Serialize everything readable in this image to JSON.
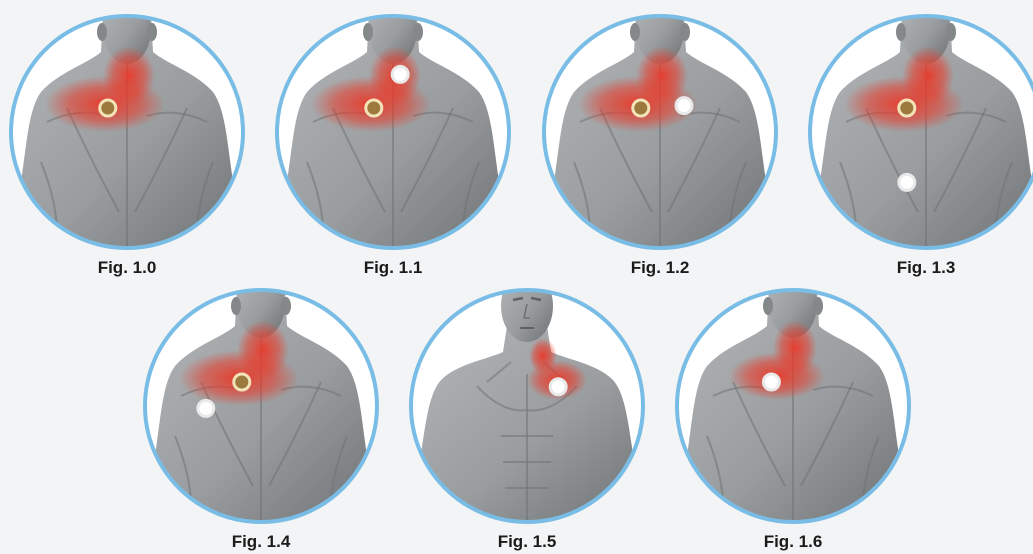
{
  "colors": {
    "ring": "#79bde6",
    "skin": "#9a9d9f",
    "glow": "#e83a2a",
    "trigger_point": "#9c7a3e",
    "referral_point": "#ffffff"
  },
  "figures": [
    {
      "caption": "Fig. 1.0",
      "view": "back",
      "glow": "upper-back",
      "points": [
        {
          "kind": "trigger",
          "x": 0.42,
          "y": 0.4
        }
      ]
    },
    {
      "caption": "Fig. 1.1",
      "view": "back",
      "glow": "upper-back",
      "points": [
        {
          "kind": "trigger",
          "x": 0.42,
          "y": 0.4
        },
        {
          "kind": "referral",
          "x": 0.53,
          "y": 0.26
        }
      ]
    },
    {
      "caption": "Fig. 1.2",
      "view": "back",
      "glow": "upper-back",
      "points": [
        {
          "kind": "trigger",
          "x": 0.42,
          "y": 0.4
        },
        {
          "kind": "referral",
          "x": 0.6,
          "y": 0.39
        }
      ]
    },
    {
      "caption": "Fig. 1.3",
      "view": "back",
      "glow": "upper-back",
      "points": [
        {
          "kind": "trigger",
          "x": 0.42,
          "y": 0.4
        },
        {
          "kind": "referral",
          "x": 0.42,
          "y": 0.71
        }
      ]
    },
    {
      "caption": "Fig. 1.4",
      "view": "back",
      "glow": "upper-back",
      "points": [
        {
          "kind": "trigger",
          "x": 0.42,
          "y": 0.4
        },
        {
          "kind": "referral",
          "x": 0.27,
          "y": 0.51
        }
      ]
    },
    {
      "caption": "Fig. 1.5",
      "view": "front",
      "glow": "front-shoulder",
      "points": [
        {
          "kind": "referral",
          "x": 0.63,
          "y": 0.42
        }
      ]
    },
    {
      "caption": "Fig. 1.6",
      "view": "back",
      "glow": "neck-side",
      "points": [
        {
          "kind": "referral",
          "x": 0.41,
          "y": 0.4
        }
      ]
    }
  ]
}
